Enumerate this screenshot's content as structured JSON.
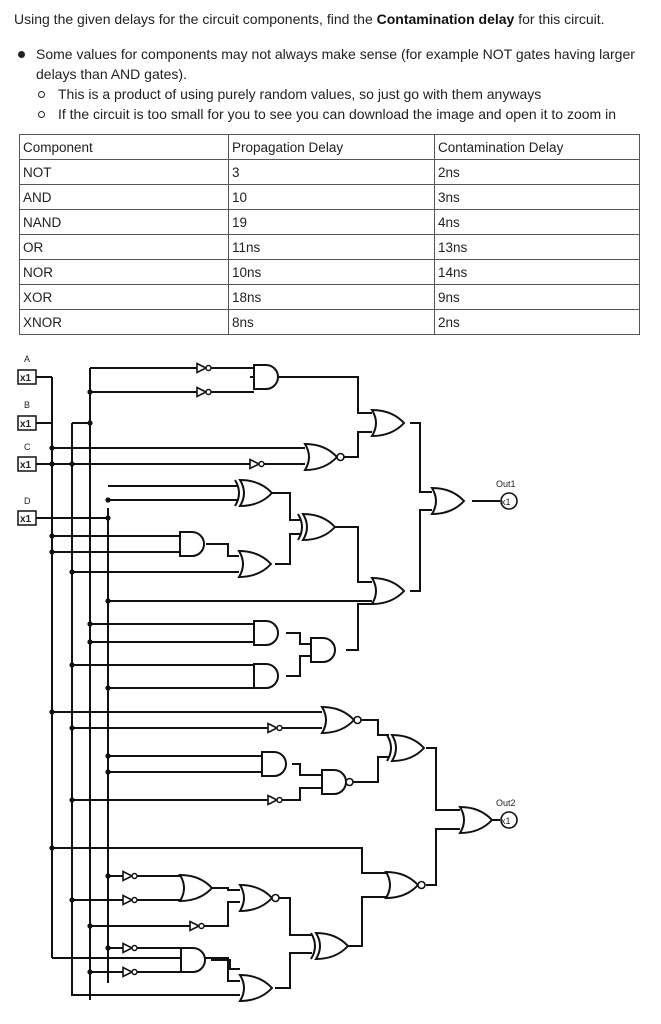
{
  "intro": {
    "before": "Using the given delays for the circuit components, find the ",
    "bold": "Contamination delay",
    "after": " for this circuit."
  },
  "bullets": [
    {
      "text": "Some values for components may not always make sense (for example NOT gates having larger delays than AND gates).",
      "sub": [
        "This is a product of using purely random values, so just go with them anyways",
        "If the circuit is too small for you to see you can download the image and open it to zoom in"
      ]
    }
  ],
  "table": {
    "headers": [
      "Component",
      "Propagation Delay",
      "Contamination Delay"
    ],
    "rows": [
      [
        "NOT",
        "3",
        "2ns"
      ],
      [
        "AND",
        "10",
        "3ns"
      ],
      [
        "NAND",
        "19",
        "4ns"
      ],
      [
        "OR",
        "11ns",
        "13ns"
      ],
      [
        "NOR",
        "10ns",
        "14ns"
      ],
      [
        "XOR",
        "18ns",
        "9ns"
      ],
      [
        "XNOR",
        "8ns",
        "2ns"
      ]
    ]
  },
  "circuit": {
    "inputs": [
      {
        "label": "A",
        "value": "x1"
      },
      {
        "label": "B",
        "value": "x1"
      },
      {
        "label": "C",
        "value": "x1"
      },
      {
        "label": "D",
        "value": "x1"
      }
    ],
    "outputs": [
      {
        "label": "Out1",
        "value": "x1"
      },
      {
        "label": "Out2",
        "value": "x1"
      }
    ]
  }
}
